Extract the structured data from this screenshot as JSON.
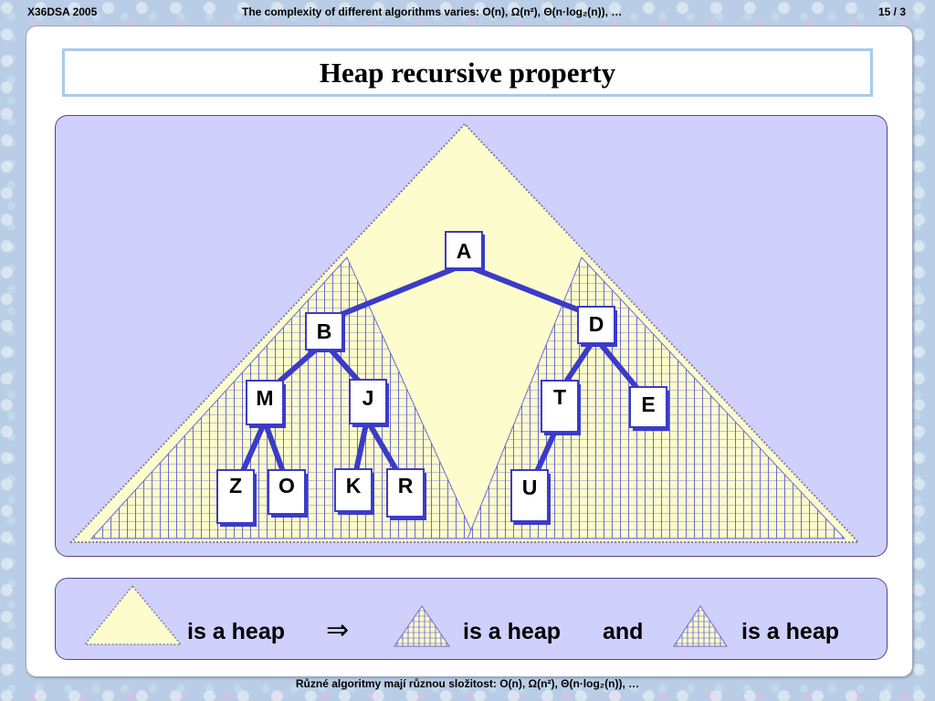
{
  "header": {
    "left": "X36DSA  2005",
    "center": "The complexity of different algorithms varies:  O(n), Ω(n²), Θ(n·log₂(n)), …",
    "right": "15 / 3"
  },
  "title": "Heap recursive property",
  "tree": {
    "nodes": [
      "A",
      "B",
      "D",
      "M",
      "J",
      "T",
      "E",
      "Z",
      "O",
      "K",
      "R",
      "U"
    ]
  },
  "legend": {
    "text1": "is a heap",
    "symbol": "⇒",
    "text2": "is a heap",
    "text3": "and",
    "text4": "is a  heap"
  },
  "footer": "Různé algoritmy mají různou složitost:  O(n), Ω(n²), Θ(n·log₂(n)), …",
  "colors": {
    "triangle_fill": "#fdfccc",
    "hatch": "#6b6bd6",
    "edge": "#3b3bc8",
    "panel": "#cfd0fb"
  }
}
